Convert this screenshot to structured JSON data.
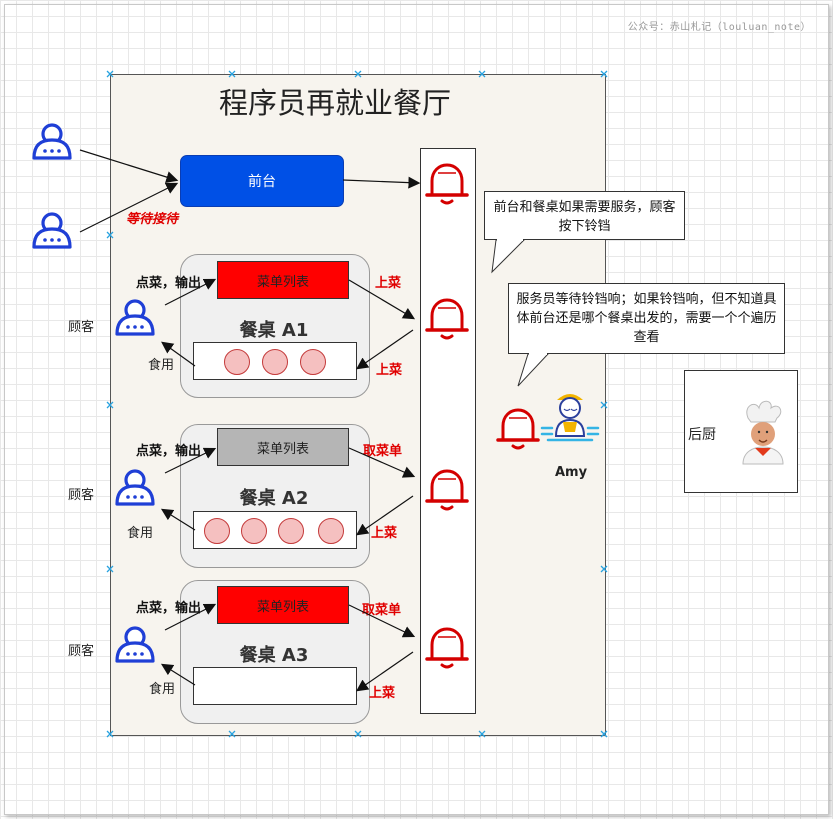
{
  "watermark": "公众号：赤山札记（louluan_note）",
  "title": "程序员再就业餐厅",
  "front_desk": "前台",
  "waiting_label": "等待接待",
  "customer_label": "顾客",
  "order_output_label": "点菜，输出",
  "eat_label": "食用",
  "serve_label": "上菜",
  "take_order_label": "取菜单",
  "menu_list_label": "菜单列表",
  "tables": [
    {
      "name": "餐桌 A1",
      "menu_color": "#ff0000",
      "plates": 3,
      "left_action": "上菜",
      "bottom_action": "上菜"
    },
    {
      "name": "餐桌 A2",
      "menu_color": "#b5b5b5",
      "plates": 4,
      "left_action": "取菜单",
      "bottom_action": "上菜"
    },
    {
      "name": "餐桌 A3",
      "menu_color": "#ff0000",
      "plates": 0,
      "left_action": "取菜单",
      "bottom_action": "上菜"
    }
  ],
  "callout_bell": "前台和餐桌如果需要服务，顾客按下铃铛",
  "callout_waiter": "服务员等待铃铛响；如果铃铛响，但不知道具体前台还是哪个餐桌出发的，需要一个个遍历查看",
  "waiter_name": "Amy",
  "kitchen_label": "后厨",
  "colors": {
    "front_desk": "#0050e6",
    "bell": "#d40000",
    "person": "#1f3fd6",
    "alert_text": "#e00000"
  },
  "icons": [
    "person-icon",
    "bell-icon",
    "waiter-icon",
    "chef-icon"
  ]
}
